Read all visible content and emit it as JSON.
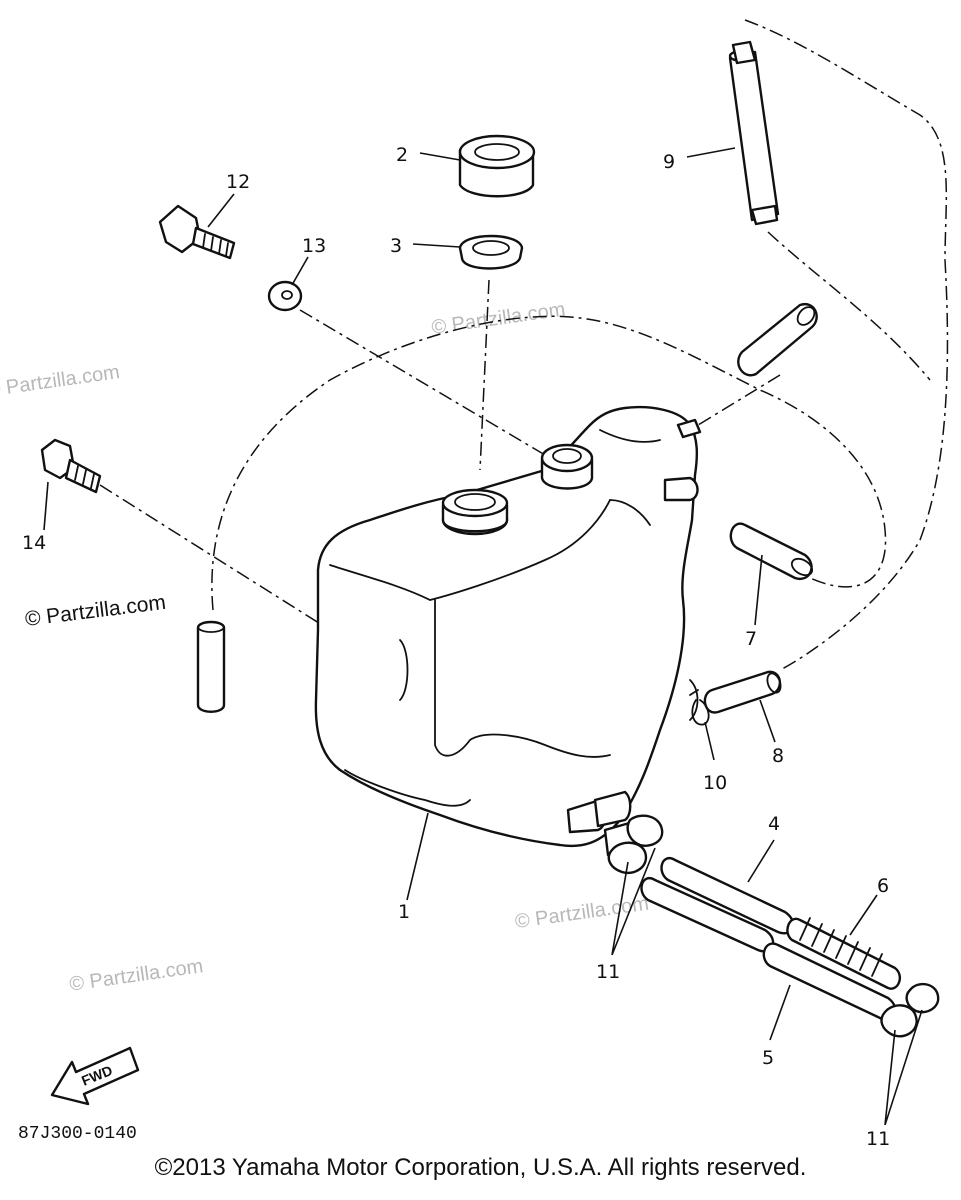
{
  "callouts": {
    "p1": "1",
    "p2": "2",
    "p3": "3",
    "p4": "4",
    "p5": "5",
    "p6": "6",
    "p7": "7",
    "p8": "8",
    "p9": "9",
    "p10": "10",
    "p11a": "11",
    "p11b": "11",
    "p12": "12",
    "p13": "13",
    "p14": "14"
  },
  "watermark": {
    "text": "© Partzilla.com"
  },
  "fwd_label": "FWD",
  "diagram_code": "87J300-0140",
  "copyright": "©2013  Yamaha Motor Corporation, U.S.A. All rights reserved."
}
